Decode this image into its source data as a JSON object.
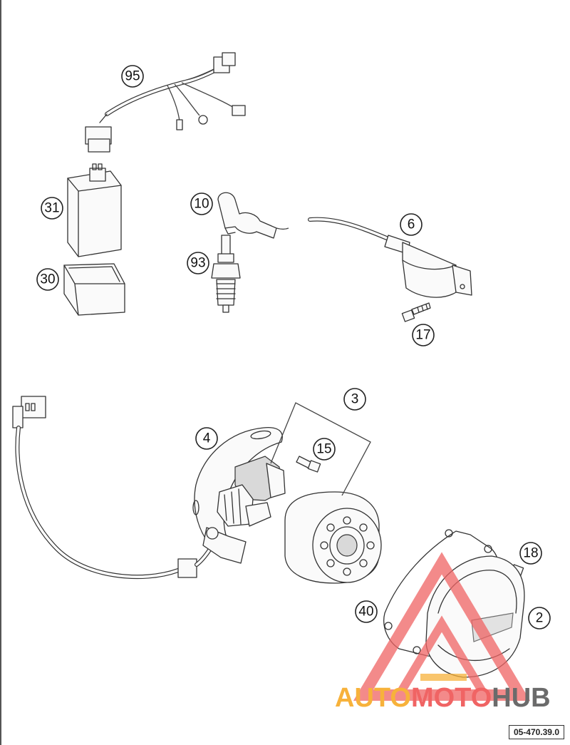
{
  "callouts": {
    "c95": "95",
    "c31": "31",
    "c30": "30",
    "c10": "10",
    "c93": "93",
    "c6": "6",
    "c17": "17",
    "c3": "3",
    "c4": "4",
    "c15": "15",
    "c18": "18",
    "c40": "40",
    "c2": "2"
  },
  "diagram_code": "05-470.39.0",
  "watermark": {
    "part1": "AUTO",
    "part2": "MOTO",
    "part3": "HUB",
    "colors": {
      "yellow": "#f7b23b",
      "red": "#f06464",
      "gray": "#6b6b6b"
    }
  }
}
